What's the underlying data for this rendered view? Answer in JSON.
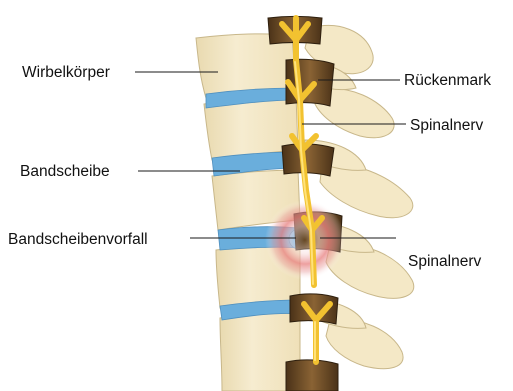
{
  "labels": {
    "vertebral_body": "Wirbelkörper",
    "spinal_cord": "Rückenmark",
    "spinal_nerve_top": "Spinalnerv",
    "disc": "Bandscheibe",
    "herniated_disc": "Bandscheibenvorfall",
    "spinal_nerve_bottom": "Spinalnerv"
  },
  "colors": {
    "bone": "#f2e6c2",
    "bone_outline": "#c9b98c",
    "disc": "#6aaedc",
    "canal": "#6b4a26",
    "canal_dark": "#3d2a14",
    "nerve": "#f2c230",
    "nerve_outline": "#c9961a",
    "inflammation": "#e06a6a",
    "leader_line": "#1a1a1a"
  }
}
